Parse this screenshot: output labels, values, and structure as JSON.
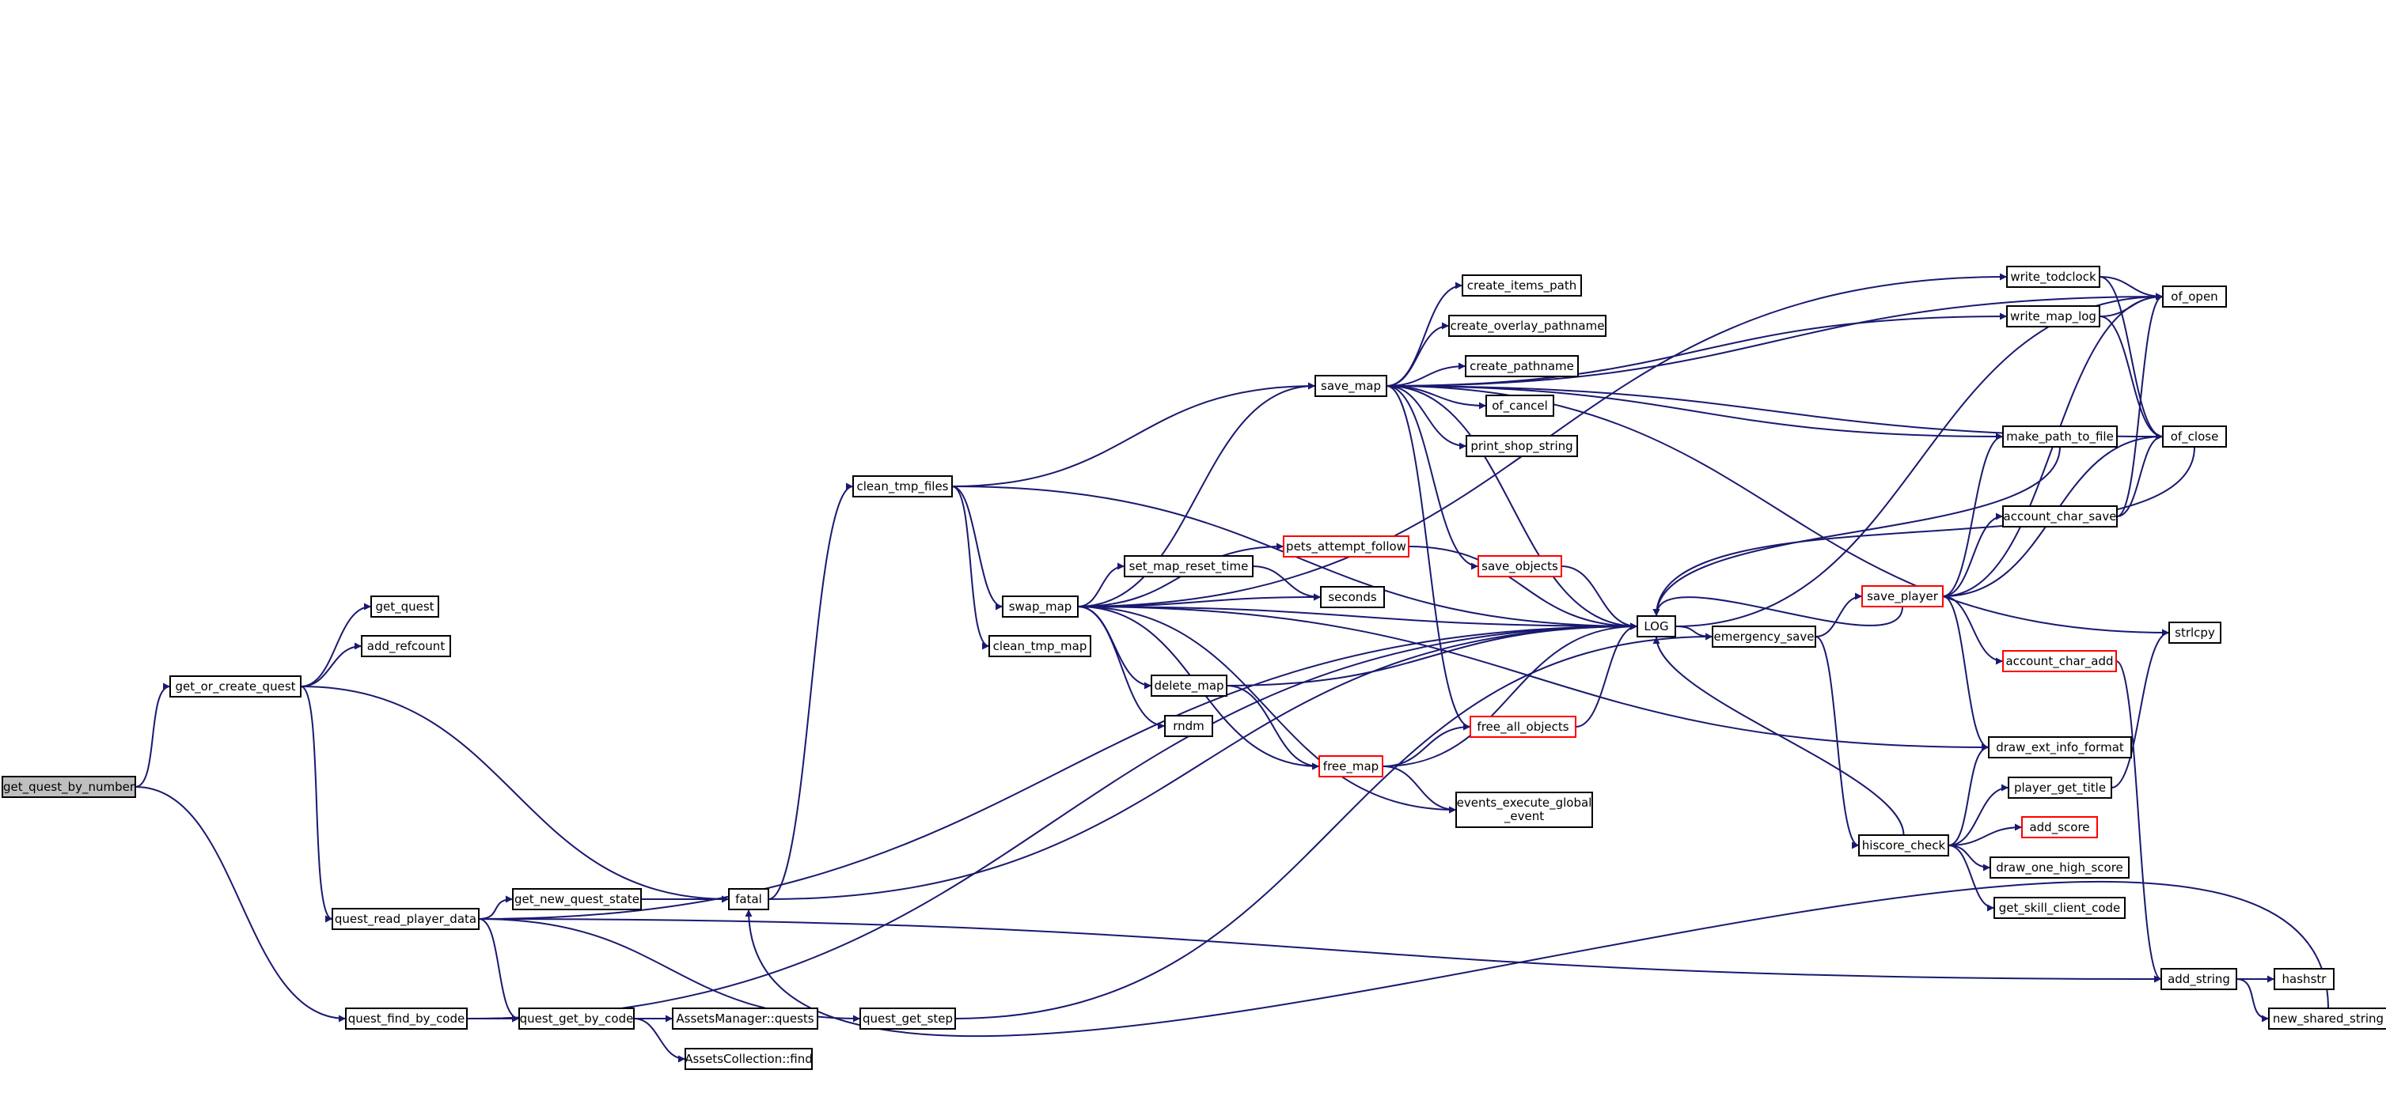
{
  "colors": {
    "edge": "#191970",
    "node_border": "#000000",
    "node_border_truncated": "#ff0000",
    "node_fill": "#ffffff",
    "root_fill": "#bfbfbf"
  },
  "nodes": [
    {
      "id": "get_quest_by_number",
      "label": "get_quest_by_number",
      "root": true
    },
    {
      "id": "get_or_create_quest",
      "label": "get_or_create_quest"
    },
    {
      "id": "get_quest",
      "label": "get_quest"
    },
    {
      "id": "add_refcount",
      "label": "add_refcount"
    },
    {
      "id": "quest_read_player_data",
      "label": "quest_read_player_data"
    },
    {
      "id": "quest_find_by_code",
      "label": "quest_find_by_code"
    },
    {
      "id": "get_new_quest_state",
      "label": "get_new_quest_state"
    },
    {
      "id": "quest_get_by_code",
      "label": "quest_get_by_code"
    },
    {
      "id": "AssetsManager_quests",
      "label": "AssetsManager::quests"
    },
    {
      "id": "AssetsCollection_find",
      "label": "AssetsCollection::find"
    },
    {
      "id": "fatal",
      "label": "fatal"
    },
    {
      "id": "quest_get_step",
      "label": "quest_get_step"
    },
    {
      "id": "clean_tmp_files",
      "label": "clean_tmp_files"
    },
    {
      "id": "swap_map",
      "label": "swap_map"
    },
    {
      "id": "clean_tmp_map",
      "label": "clean_tmp_map"
    },
    {
      "id": "set_map_reset_time",
      "label": "set_map_reset_time"
    },
    {
      "id": "delete_map",
      "label": "delete_map"
    },
    {
      "id": "rndm",
      "label": "rndm"
    },
    {
      "id": "save_map",
      "label": "save_map"
    },
    {
      "id": "create_items_path",
      "label": "create_items_path"
    },
    {
      "id": "create_overlay_pathname",
      "label": "create_overlay_pathname"
    },
    {
      "id": "create_pathname",
      "label": "create_pathname"
    },
    {
      "id": "of_cancel",
      "label": "of_cancel"
    },
    {
      "id": "print_shop_string",
      "label": "print_shop_string"
    },
    {
      "id": "pets_attempt_follow",
      "label": "pets_attempt_follow",
      "truncated": true
    },
    {
      "id": "seconds",
      "label": "seconds"
    },
    {
      "id": "save_objects",
      "label": "save_objects",
      "truncated": true
    },
    {
      "id": "free_map",
      "label": "free_map",
      "truncated": true
    },
    {
      "id": "free_all_objects",
      "label": "free_all_objects",
      "truncated": true
    },
    {
      "id": "events_execute_global_event",
      "label": "events_execute_global\n_event"
    },
    {
      "id": "LOG",
      "label": "LOG"
    },
    {
      "id": "emergency_save",
      "label": "emergency_save"
    },
    {
      "id": "save_player",
      "label": "save_player",
      "truncated": true
    },
    {
      "id": "write_todclock",
      "label": "write_todclock"
    },
    {
      "id": "write_map_log",
      "label": "write_map_log"
    },
    {
      "id": "make_path_to_file",
      "label": "make_path_to_file"
    },
    {
      "id": "account_char_save",
      "label": "account_char_save"
    },
    {
      "id": "account_char_add",
      "label": "account_char_add",
      "truncated": true
    },
    {
      "id": "hiscore_check",
      "label": "hiscore_check"
    },
    {
      "id": "draw_ext_info_format",
      "label": "draw_ext_info_format"
    },
    {
      "id": "player_get_title",
      "label": "player_get_title"
    },
    {
      "id": "add_score",
      "label": "add_score",
      "truncated": true
    },
    {
      "id": "draw_one_high_score",
      "label": "draw_one_high_score"
    },
    {
      "id": "get_skill_client_code",
      "label": "get_skill_client_code"
    },
    {
      "id": "of_open",
      "label": "of_open"
    },
    {
      "id": "of_close",
      "label": "of_close"
    },
    {
      "id": "strlcpy",
      "label": "strlcpy"
    },
    {
      "id": "add_string",
      "label": "add_string"
    },
    {
      "id": "hashstr",
      "label": "hashstr"
    },
    {
      "id": "new_shared_string",
      "label": "new_shared_string"
    }
  ],
  "edges": [
    [
      "get_quest_by_number",
      "get_or_create_quest"
    ],
    [
      "get_quest_by_number",
      "quest_find_by_code"
    ],
    [
      "get_or_create_quest",
      "get_quest"
    ],
    [
      "get_or_create_quest",
      "add_refcount"
    ],
    [
      "get_or_create_quest",
      "quest_read_player_data"
    ],
    [
      "get_or_create_quest",
      "fatal"
    ],
    [
      "quest_read_player_data",
      "get_new_quest_state"
    ],
    [
      "quest_read_player_data",
      "quest_get_by_code"
    ],
    [
      "quest_read_player_data",
      "quest_get_step"
    ],
    [
      "quest_read_player_data",
      "LOG"
    ],
    [
      "quest_read_player_data",
      "add_string"
    ],
    [
      "get_new_quest_state",
      "fatal"
    ],
    [
      "quest_find_by_code",
      "quest_get_by_code"
    ],
    [
      "quest_find_by_code",
      "LOG"
    ],
    [
      "quest_get_by_code",
      "AssetsManager_quests"
    ],
    [
      "quest_get_by_code",
      "AssetsCollection_find"
    ],
    [
      "quest_get_step",
      "emergency_save"
    ],
    [
      "fatal",
      "clean_tmp_files"
    ],
    [
      "fatal",
      "LOG"
    ],
    [
      "clean_tmp_files",
      "save_map"
    ],
    [
      "clean_tmp_files",
      "swap_map"
    ],
    [
      "clean_tmp_files",
      "clean_tmp_map"
    ],
    [
      "clean_tmp_files",
      "LOG"
    ],
    [
      "swap_map",
      "save_map"
    ],
    [
      "swap_map",
      "pets_attempt_follow"
    ],
    [
      "swap_map",
      "set_map_reset_time"
    ],
    [
      "swap_map",
      "seconds"
    ],
    [
      "swap_map",
      "LOG"
    ],
    [
      "swap_map",
      "delete_map"
    ],
    [
      "swap_map",
      "rndm"
    ],
    [
      "swap_map",
      "free_map"
    ],
    [
      "swap_map",
      "events_execute_global_event"
    ],
    [
      "swap_map",
      "draw_ext_info_format"
    ],
    [
      "swap_map",
      "write_todclock"
    ],
    [
      "set_map_reset_time",
      "seconds"
    ],
    [
      "delete_map",
      "LOG"
    ],
    [
      "delete_map",
      "free_map"
    ],
    [
      "free_map",
      "free_all_objects"
    ],
    [
      "free_map",
      "events_execute_global_event"
    ],
    [
      "free_map",
      "LOG"
    ],
    [
      "save_map",
      "create_items_path"
    ],
    [
      "save_map",
      "create_overlay_pathname"
    ],
    [
      "save_map",
      "create_pathname"
    ],
    [
      "save_map",
      "of_cancel"
    ],
    [
      "save_map",
      "print_shop_string"
    ],
    [
      "save_map",
      "save_objects"
    ],
    [
      "save_map",
      "free_all_objects"
    ],
    [
      "save_map",
      "LOG"
    ],
    [
      "save_map",
      "of_open"
    ],
    [
      "save_map",
      "of_close"
    ],
    [
      "save_map",
      "make_path_to_file"
    ],
    [
      "save_map",
      "write_map_log"
    ],
    [
      "save_map",
      "strlcpy"
    ],
    [
      "pets_attempt_follow",
      "LOG"
    ],
    [
      "save_objects",
      "LOG"
    ],
    [
      "free_all_objects",
      "LOG"
    ],
    [
      "LOG",
      "emergency_save"
    ],
    [
      "LOG",
      "of_open"
    ],
    [
      "emergency_save",
      "save_player"
    ],
    [
      "emergency_save",
      "hiscore_check"
    ],
    [
      "save_player",
      "LOG"
    ],
    [
      "save_player",
      "make_path_to_file"
    ],
    [
      "save_player",
      "account_char_save"
    ],
    [
      "save_player",
      "account_char_add"
    ],
    [
      "save_player",
      "of_open"
    ],
    [
      "save_player",
      "of_close"
    ],
    [
      "save_player",
      "draw_ext_info_format"
    ],
    [
      "make_path_to_file",
      "LOG"
    ],
    [
      "write_todclock",
      "of_open"
    ],
    [
      "write_todclock",
      "of_close"
    ],
    [
      "write_map_log",
      "of_open"
    ],
    [
      "write_map_log",
      "of_close"
    ],
    [
      "account_char_save",
      "of_open"
    ],
    [
      "account_char_save",
      "of_close"
    ],
    [
      "account_char_add",
      "add_string"
    ],
    [
      "hiscore_check",
      "draw_ext_info_format"
    ],
    [
      "hiscore_check",
      "player_get_title"
    ],
    [
      "hiscore_check",
      "add_score"
    ],
    [
      "hiscore_check",
      "draw_one_high_score"
    ],
    [
      "hiscore_check",
      "get_skill_client_code"
    ],
    [
      "hiscore_check",
      "LOG"
    ],
    [
      "player_get_title",
      "strlcpy"
    ],
    [
      "of_close",
      "LOG"
    ],
    [
      "add_string",
      "hashstr"
    ],
    [
      "add_string",
      "new_shared_string"
    ],
    [
      "new_shared_string",
      "fatal"
    ]
  ]
}
